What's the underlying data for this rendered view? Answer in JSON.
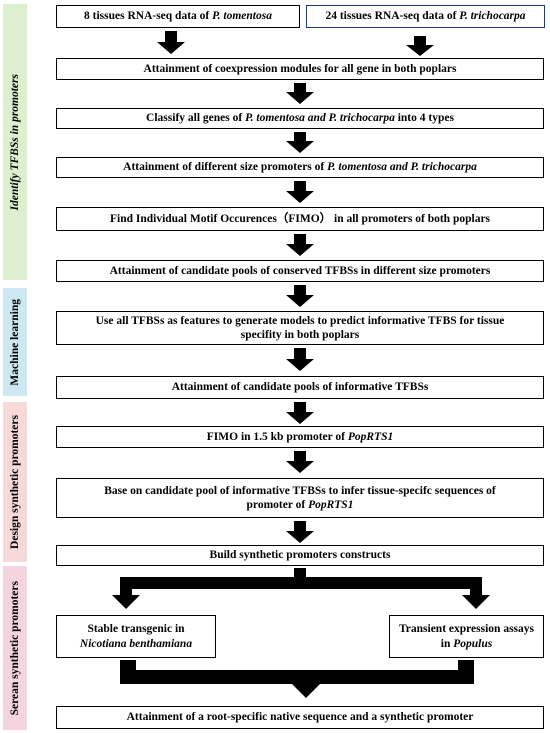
{
  "sidebar": {
    "identify": "Identify TFBSs in promoters",
    "machine": "Machine learning",
    "design": "Design synthetic promoters",
    "screen": "Serean synthetic promoters"
  },
  "steps": {
    "s1a_pre": "8 tissues RNA-seq data of ",
    "s1a_it": "P. tomentosa",
    "s1b_pre": "24 tissues RNA-seq data of ",
    "s1b_it": "P. trichocarpa",
    "s2": "Attainment of coexpression modules for all gene in both poplars",
    "s3_pre": "Classify all genes of ",
    "s3_it": "P. tomentosa and P. trichocarpa",
    "s3_post": " into 4 types",
    "s4_pre": "Attainment of different size promoters of ",
    "s4_it": "P. tomentosa and P. trichocarpa",
    "s5": "Find Individual Motif Occurences（FIMO） in all promoters of both poplars",
    "s6": "Attainment of candidate pools of conserved TFBSs in different size promoters",
    "s7": "Use all TFBSs as features to generate models to predict informative TFBS for tissue specifity in  both poplars",
    "s8": "Attainment of  candidate pools of informative TFBSs",
    "s9_pre": "FIMO in 1.5 kb promoter of ",
    "s9_it": "PopRTS1",
    "s10_pre": "Base on candidate pool of informative TFBSs to infer tissue-specifc sequences of promoter of ",
    "s10_it": "PopRTS1",
    "s11": "Build synthetic promoters constructs",
    "s12a_pre": "Stable transgenic in ",
    "s12a_it": "Nicotiana benthamiana",
    "s12b_pre": "Transient expression assays in ",
    "s12b_it": "Populus",
    "s13": "Attainment of a root-specific native sequence and a synthetic promoter"
  }
}
